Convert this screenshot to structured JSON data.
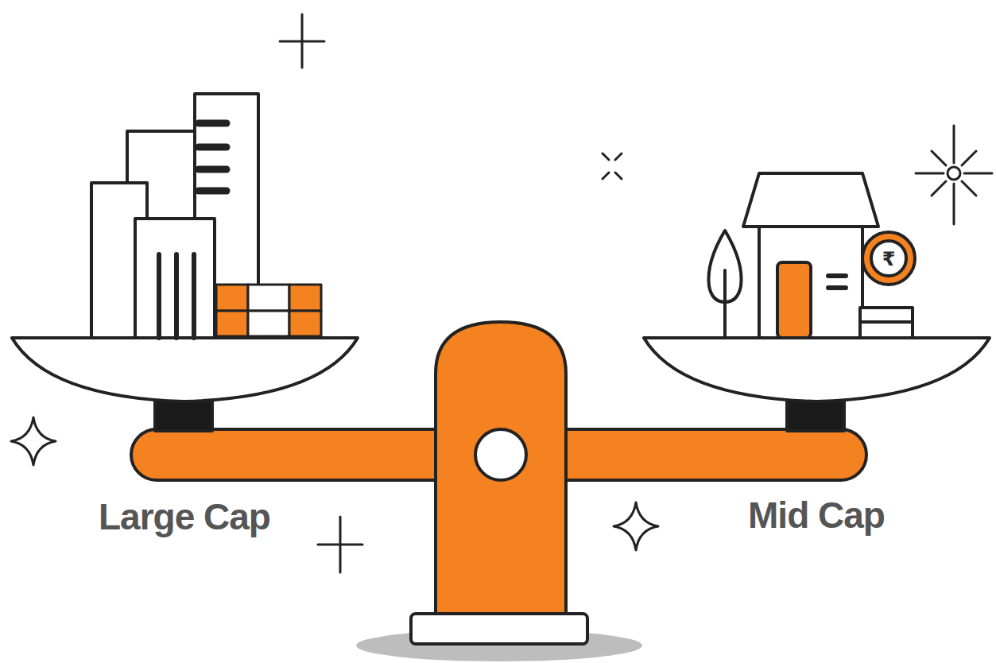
{
  "diagram": {
    "labels": [
      "Large Cap",
      "Mid Cap",
      "₹"
    ]
  }
}
